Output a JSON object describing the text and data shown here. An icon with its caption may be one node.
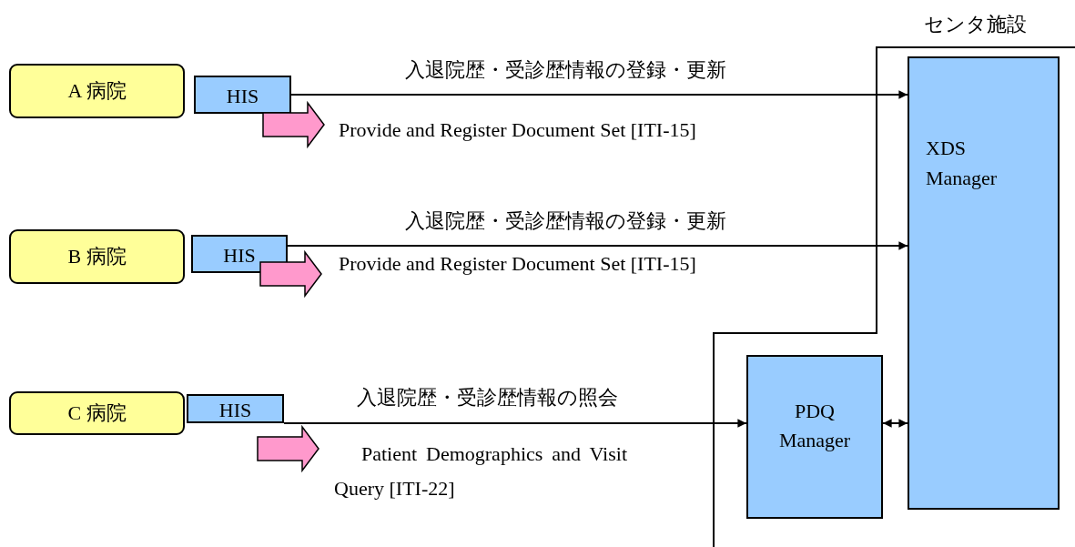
{
  "diagram": {
    "nodes": [
      {
        "text": [
          "A 病院"
        ]
      },
      {
        "text": [
          "HIS"
        ]
      },
      {
        "text": [
          "B 病院"
        ]
      },
      {
        "text": [
          "HIS"
        ]
      },
      {
        "text": [
          "C 病院"
        ]
      },
      {
        "text": [
          "HIS"
        ]
      },
      {
        "text": [
          "XDS Manager"
        ]
      },
      {
        "text": [
          "PDQ Manager"
        ]
      }
    ],
    "edges": [
      {
        "from": 1,
        "to": 6,
        "arrow": "to",
        "label": "入退院歴・受診歴情報の登録・更新"
      },
      {
        "from": 3,
        "to": 6,
        "arrow": "to",
        "label": "入退院歴・受診歴情報の登録・更新"
      },
      {
        "from": 5,
        "to": 7,
        "arrow": "to",
        "label": "入退院歴・受診歴情報の照会"
      },
      {
        "from": 7,
        "to": 6,
        "arrow": "both"
      }
    ],
    "labels": [
      "センタ施設",
      "Provide and Register Document Set [ITI-15]",
      "Provide and Register Document Set [ITI-15]",
      "Patient Demographics and Visit Query [ITI-22]"
    ]
  }
}
